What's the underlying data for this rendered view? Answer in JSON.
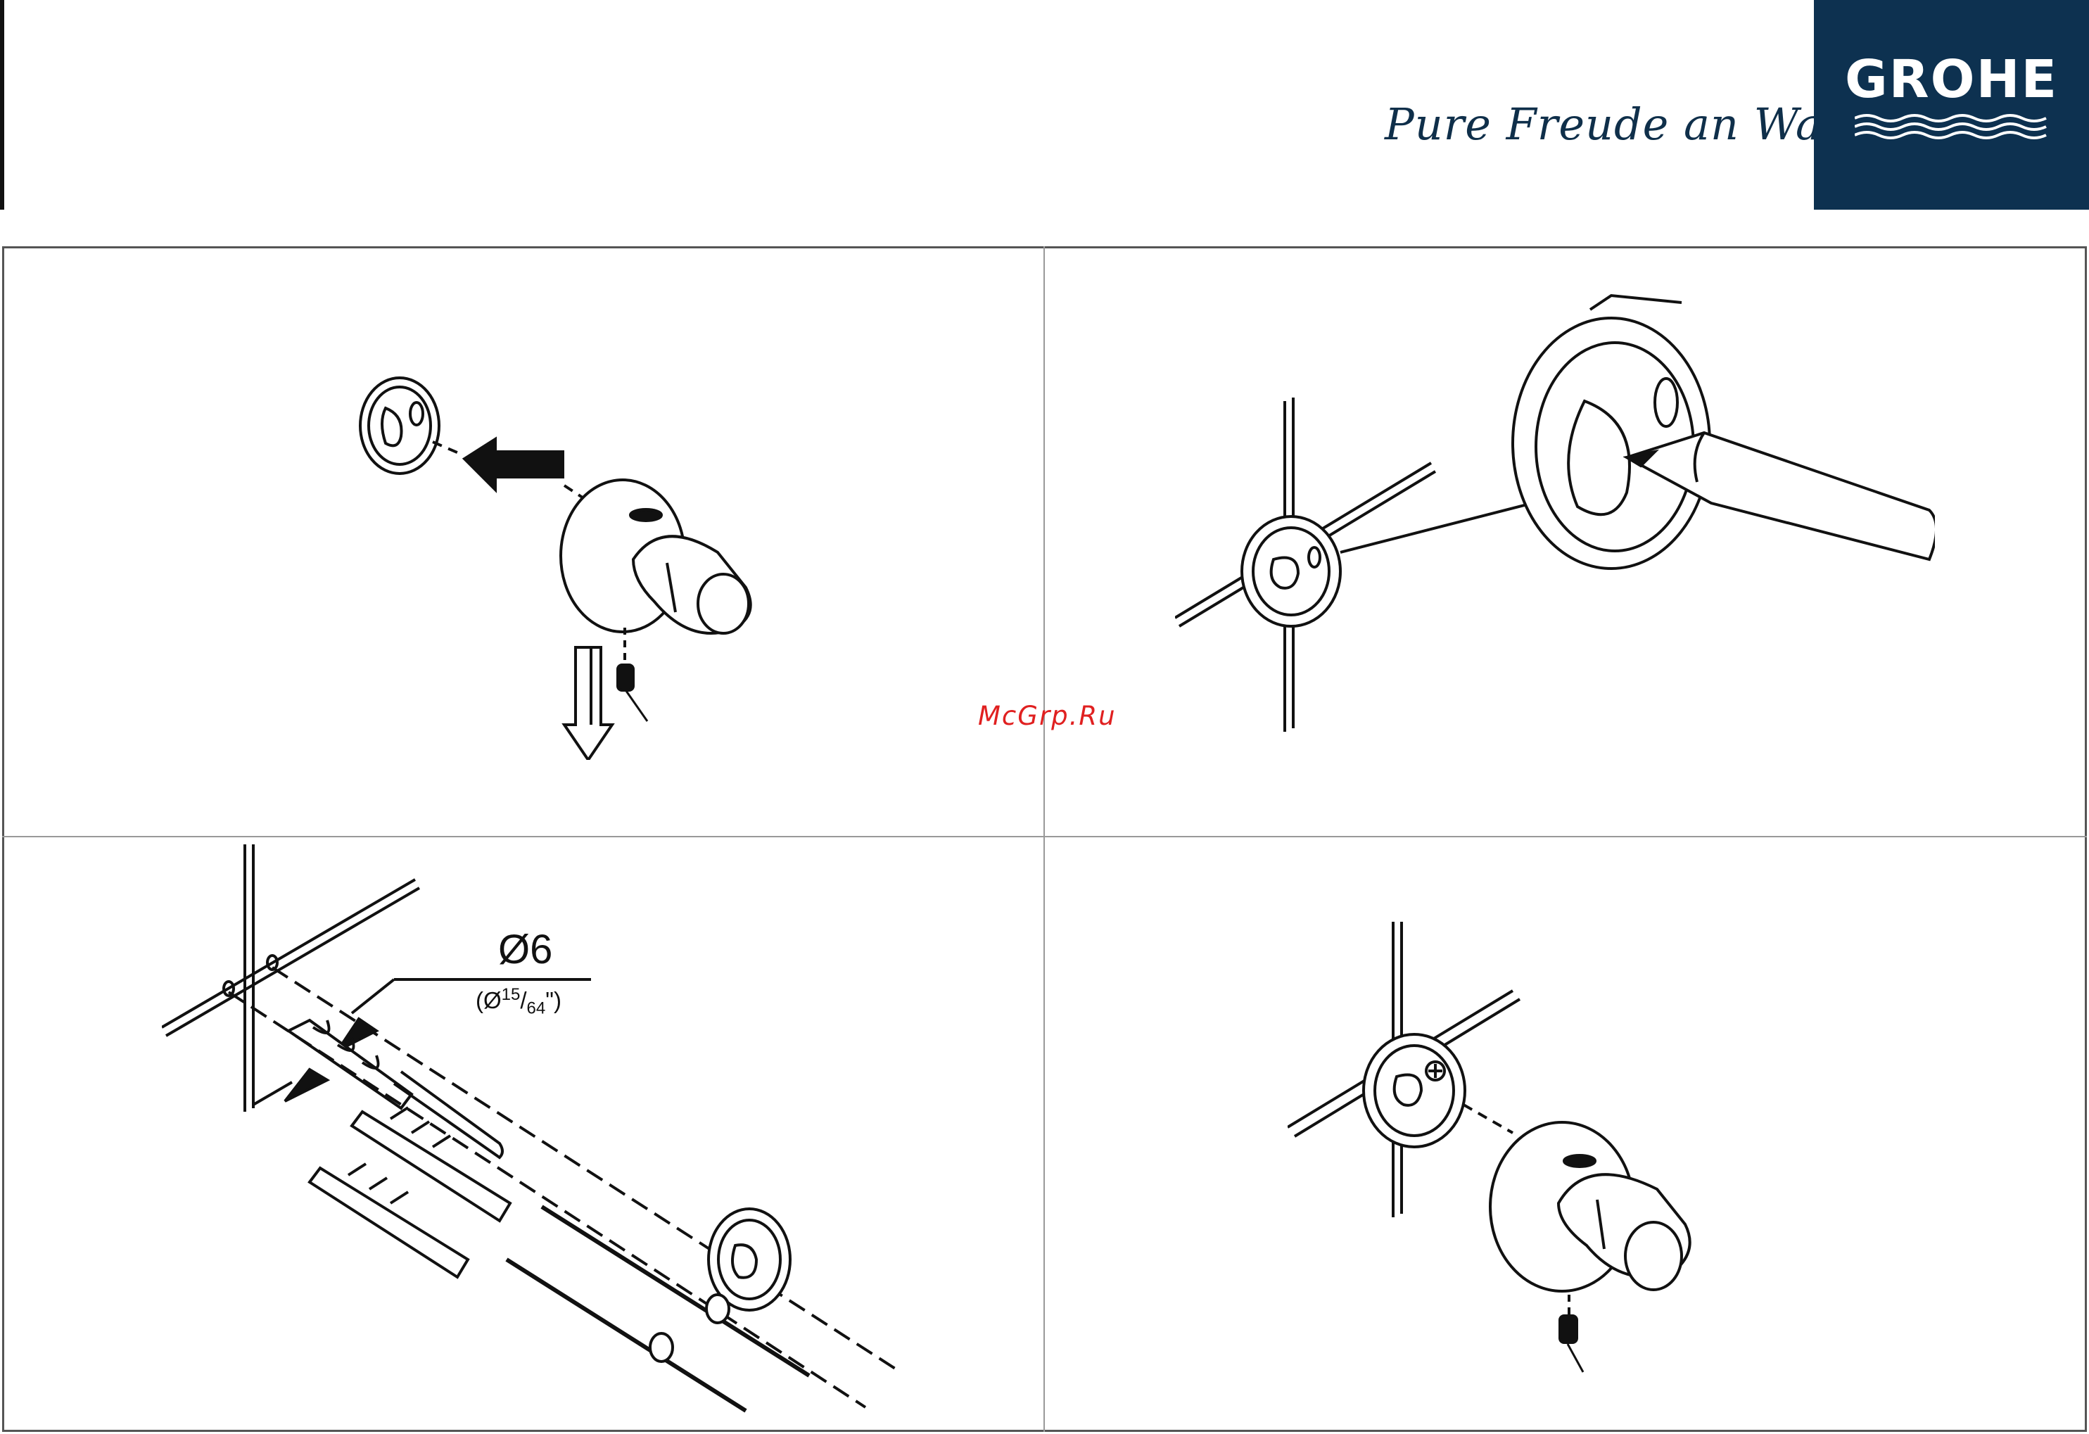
{
  "brand": {
    "tagline": "Pure Freude an Wasser",
    "logo_text": "GROHE",
    "logo_color": "#0d3150"
  },
  "watermark": "McGrp.Ru",
  "drill": {
    "diameter": "Ø6",
    "inch_open": "(Ø",
    "inch_num": "15",
    "inch_den": "64",
    "inch_close": "\")"
  }
}
